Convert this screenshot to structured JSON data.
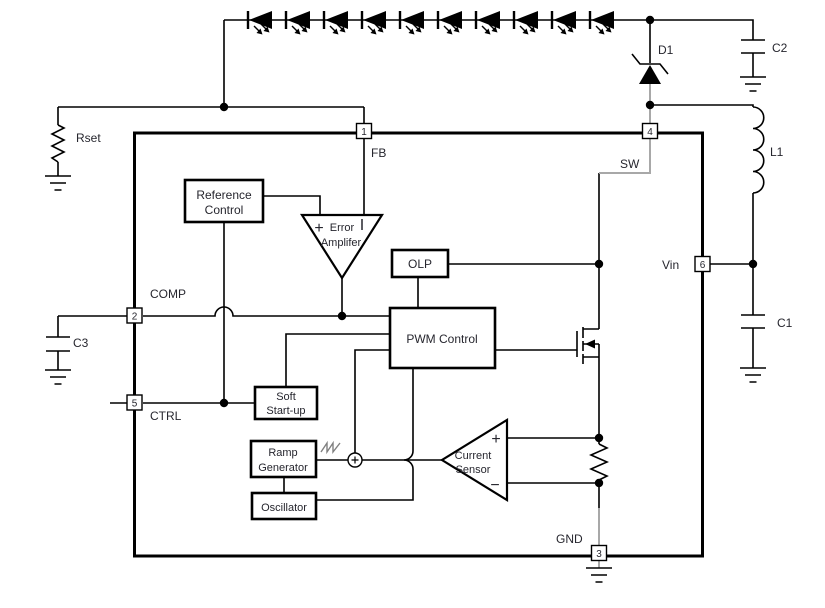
{
  "colors": {
    "wire": "#000000",
    "highlight_wire_gray": "#a8a8a8",
    "text": "#26262e",
    "background": "#ffffff"
  },
  "led_string": {
    "count": 10
  },
  "components": {
    "rset": "Rset",
    "d1": "D1",
    "c2": "C2",
    "l1": "L1",
    "c1": "C1",
    "c3": "C3"
  },
  "pins": {
    "fb": {
      "number": "1",
      "name": "FB"
    },
    "comp": {
      "number": "2",
      "name": "COMP"
    },
    "gnd": {
      "number": "3",
      "name": "GND"
    },
    "sw": {
      "number": "4",
      "name": "SW"
    },
    "ctrl": {
      "number": "5",
      "name": "CTRL"
    },
    "vin": {
      "number": "6",
      "name": "Vin"
    }
  },
  "blocks": {
    "reference_control": {
      "line1": "Reference",
      "line2": "Control"
    },
    "error_amplifier": {
      "line1": "Error",
      "line2": "Amplifer",
      "plus": "+"
    },
    "olp": {
      "label": "OLP"
    },
    "pwm_control": {
      "label": "PWM Control"
    },
    "soft_startup": {
      "line1": "Soft",
      "line2": "Start-up"
    },
    "ramp_generator": {
      "line1": "Ramp",
      "line2": "Generator"
    },
    "oscillator": {
      "label": "Oscillator"
    },
    "current_sensor": {
      "line1": "Current",
      "line2": "Sensor",
      "plus": "+",
      "minus": "−"
    },
    "summing_node": {
      "plus": "+"
    }
  }
}
